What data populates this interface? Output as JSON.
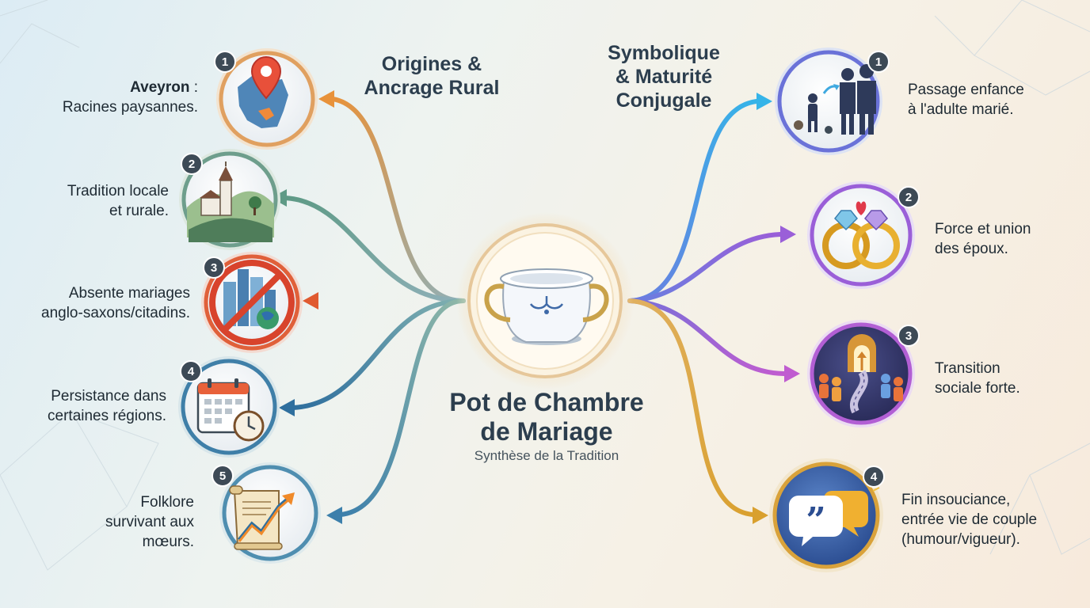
{
  "center": {
    "title_line1": "Pot de Chambre",
    "title_line2": "de Mariage",
    "subtitle": "Synthèse de la Tradition",
    "icon": "chamber-pot-icon"
  },
  "left_branch": {
    "heading_line1": "Origines &",
    "heading_line2": "Ancrage Rural",
    "items": [
      {
        "number": "1",
        "bold": "Aveyron",
        "line1_suffix": " :",
        "line2": "Racines paysannes.",
        "icon": "france-map-pin-icon"
      },
      {
        "number": "2",
        "line1": "Tradition locale",
        "line2": "et rurale.",
        "icon": "village-church-icon"
      },
      {
        "number": "3",
        "line1": "Absente mariages",
        "line2": "anglo-saxons/citadins.",
        "icon": "city-prohibited-icon"
      },
      {
        "number": "4",
        "line1": "Persistance dans",
        "line2": "certaines régions.",
        "icon": "calendar-clock-icon"
      },
      {
        "number": "5",
        "line1": "Folklore",
        "line2": "survivant aux",
        "line3": "mœurs.",
        "icon": "scroll-trend-icon"
      }
    ]
  },
  "right_branch": {
    "heading_line1": "Symbolique",
    "heading_line2": "& Maturité",
    "heading_line3": "Conjugale",
    "items": [
      {
        "number": "1",
        "line1": "Passage enfance",
        "line2": "à l'adulte marié.",
        "icon": "child-to-couple-icon"
      },
      {
        "number": "2",
        "line1": "Force et union",
        "line2": "des époux.",
        "icon": "wedding-rings-icon"
      },
      {
        "number": "3",
        "line1": "Transition",
        "line2": "sociale forte.",
        "icon": "social-path-icon"
      },
      {
        "number": "4",
        "line1": "Fin insouciance,",
        "line2": "entrée vie de couple",
        "line3": "(humour/vigueur).",
        "icon": "speech-bubbles-icon"
      }
    ]
  },
  "colors": {
    "left_1": "#e08a3c",
    "left_2": "#6e9e8c",
    "left_3": "#e0603a",
    "left_4": "#3f7fa8",
    "left_5": "#4f8eb0",
    "right_1": "#3fa9e0",
    "right_2": "#8a63d2",
    "right_3": "#b25fd4",
    "right_4": "#d9a23a"
  }
}
